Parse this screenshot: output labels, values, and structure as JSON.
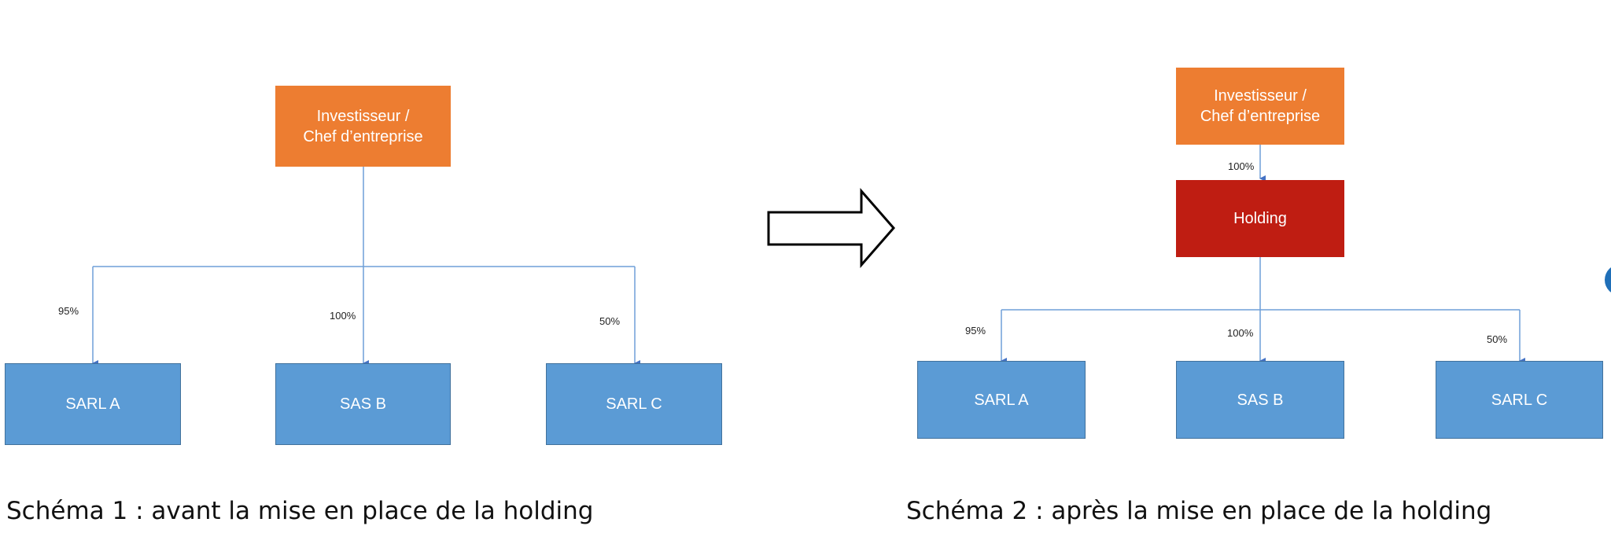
{
  "schema1": {
    "investor_label": "Investisseur / Chef d’entreprise",
    "subsidiaries": [
      {
        "label": "SARL A",
        "percent": "95%"
      },
      {
        "label": "SAS B",
        "percent": "100%"
      },
      {
        "label": "SARL C",
        "percent": "50%"
      }
    ],
    "caption": "Schéma 1 : avant la mise en place de la holding"
  },
  "schema2": {
    "investor_label": "Investisseur / Chef d’entreprise",
    "investor_to_holding_percent": "100%",
    "holding_label": "Holding",
    "subsidiaries": [
      {
        "label": "SARL A",
        "percent": "95%"
      },
      {
        "label": "SAS B",
        "percent": "100%"
      },
      {
        "label": "SARL C",
        "percent": "50%"
      }
    ],
    "caption": "Schéma 2 : après la mise en place de la holding"
  },
  "colors": {
    "investor": "#ED7D31",
    "holding": "#BF1D12",
    "company": "#5B9BD5",
    "connector": "#5B9BD5"
  },
  "icons": {
    "transition_arrow": "right-arrow-icon"
  }
}
